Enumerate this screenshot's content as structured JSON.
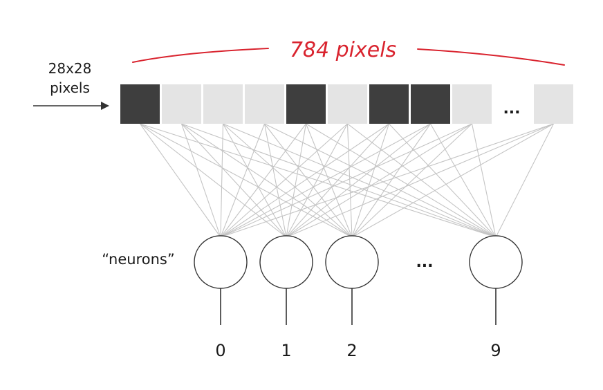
{
  "input_label": {
    "line1": "28x28",
    "line2": "pixels"
  },
  "pixel_count_label": "784 pixels",
  "ellipsis_pixels": "...",
  "neurons_label": "“neurons”",
  "ellipsis_neurons": "...",
  "pixels": [
    "dark",
    "light",
    "light",
    "light",
    "dark",
    "light",
    "dark",
    "dark",
    "light",
    "light"
  ],
  "neurons": [
    "0",
    "1",
    "2",
    "9"
  ],
  "colors": {
    "pixel_dark": "#3e3e3e",
    "pixel_light": "#e4e4e4",
    "connection": "#c4c4c4",
    "annotation": "#d9232e",
    "stroke": "#333333"
  }
}
